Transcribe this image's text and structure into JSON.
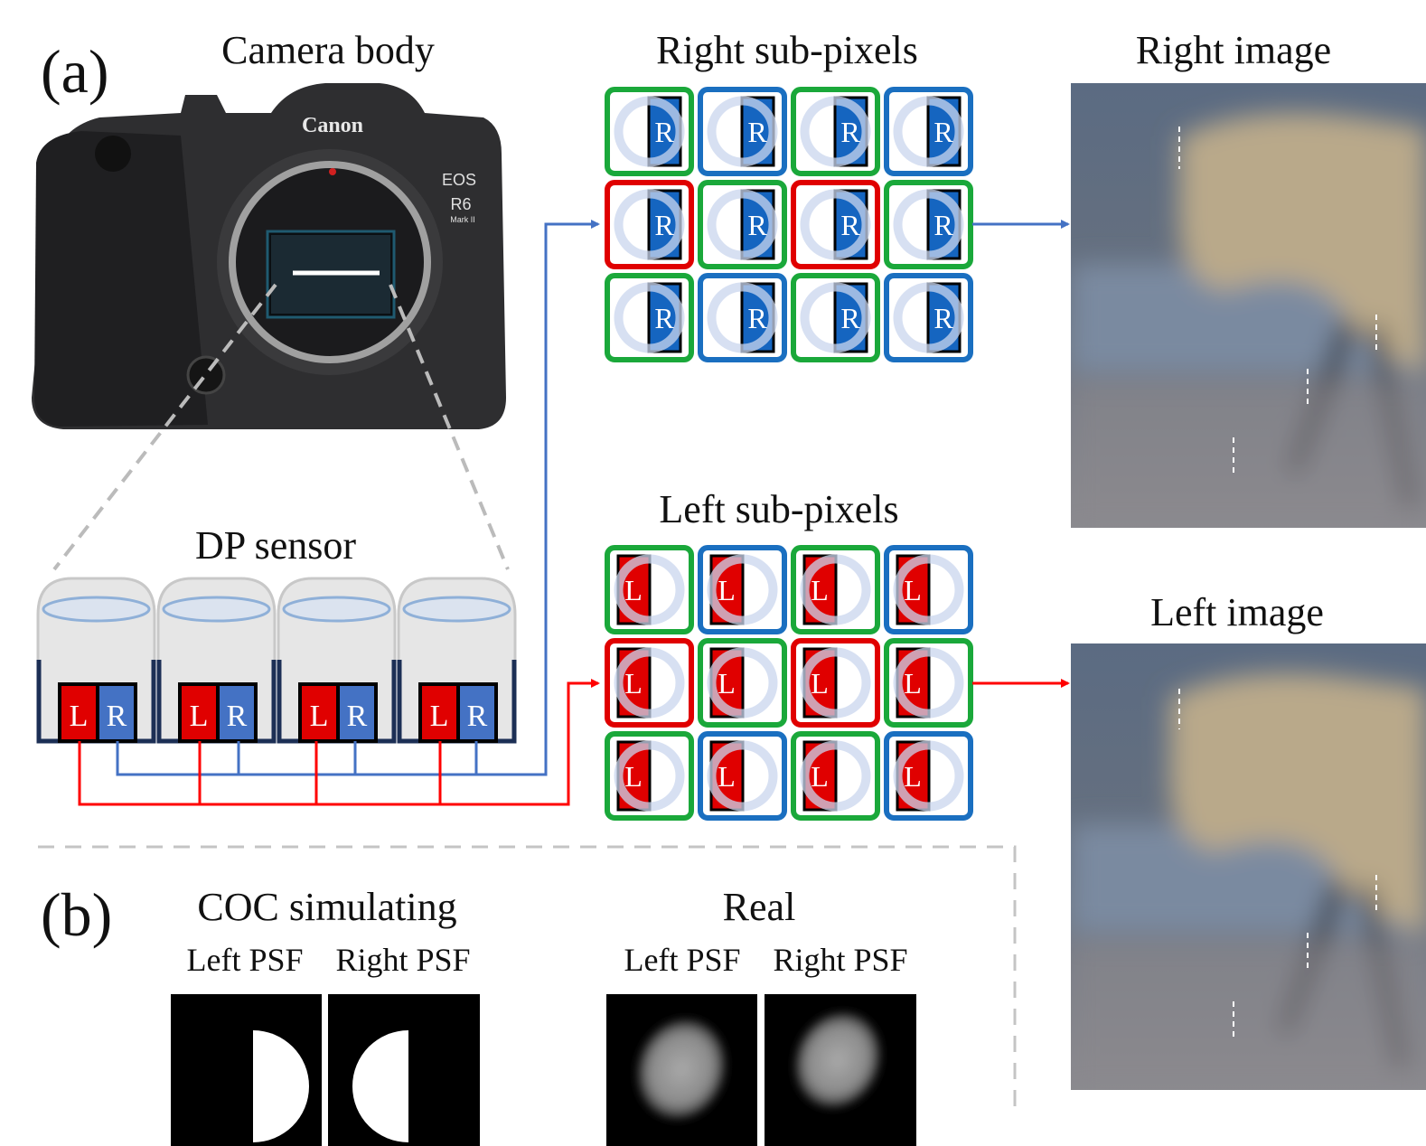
{
  "panel_a": {
    "tag": "(a)",
    "camera_title": "Camera body",
    "camera_brand": "Canon",
    "camera_model": [
      "EOS",
      "R6",
      "Mark II"
    ],
    "sensor_title": "DP sensor",
    "sensor_cells": [
      {
        "left": "L",
        "right": "R"
      },
      {
        "left": "L",
        "right": "R"
      },
      {
        "left": "L",
        "right": "R"
      },
      {
        "left": "L",
        "right": "R"
      }
    ],
    "right_subpixels": {
      "title": "Right sub-pixels",
      "letter": "R",
      "grid": [
        [
          "green",
          "blue",
          "green",
          "blue"
        ],
        [
          "red",
          "green",
          "red",
          "green"
        ],
        [
          "green",
          "blue",
          "green",
          "blue"
        ]
      ]
    },
    "left_subpixels": {
      "title": "Left sub-pixels",
      "letter": "L",
      "grid": [
        [
          "green",
          "blue",
          "green",
          "blue"
        ],
        [
          "red",
          "green",
          "red",
          "green"
        ],
        [
          "green",
          "blue",
          "green",
          "blue"
        ]
      ]
    },
    "right_image_title": "Right image",
    "left_image_title": "Left image"
  },
  "panel_b": {
    "tag": "(b)",
    "simulated": {
      "title": "COC simulating",
      "left_label": "Left PSF",
      "right_label": "Right PSF"
    },
    "real": {
      "title": "Real",
      "left_label": "Left PSF",
      "right_label": "Right PSF"
    }
  },
  "colors": {
    "green": "#1aa83a",
    "blue": "#1a6fc0",
    "red": "#e00000",
    "right_wire": "#4472c4",
    "left_wire": "#ff0000",
    "subpixel_blue": "#1565c0",
    "subpixel_red": "#e00000"
  }
}
